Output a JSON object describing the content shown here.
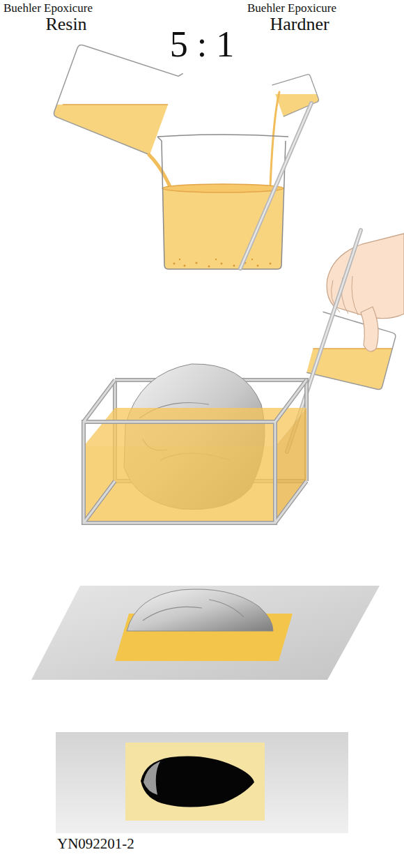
{
  "diagram": {
    "nodes": [
      {
        "text": [
          "YN092201-2"
        ]
      }
    ],
    "labels": [
      "Buehler Epoxicure",
      "Resin",
      "Buehler Epoxicure",
      "Hardner",
      "5 : 1"
    ]
  }
}
